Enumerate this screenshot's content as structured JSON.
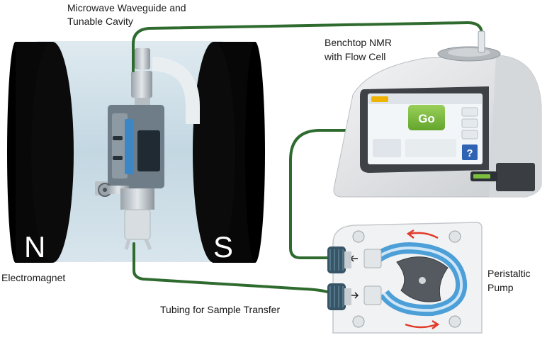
{
  "labels": {
    "waveguide_line1": "Microwave Waveguide and",
    "waveguide_line2": "Tunable Cavity",
    "nmr_line1": "Benchtop NMR",
    "nmr_line2": "with Flow Cell",
    "electromagnet": "Electromagnet",
    "pump_line1": "Peristaltic",
    "pump_line2": "Pump",
    "tubing": "Tubing for Sample Transfer"
  },
  "poles": {
    "north": "N",
    "south": "S"
  },
  "screen": {
    "go_label": "Go",
    "help_label": "?"
  },
  "colors": {
    "tubing": "#2f6b2f",
    "magnet_face": "#0b0b0b",
    "field_gap": "#c9dce6",
    "cavity_body": "#6f7d88",
    "cavity_accent": "#3d86c6",
    "screen_go": "#7cbf3c",
    "pump_tube": "#4d9fd8",
    "rotor": "#555a60",
    "arrow": "#e23b2a"
  },
  "icons": [
    "magnet-icon",
    "cavity-icon",
    "nmr-instrument-icon",
    "pump-icon",
    "rotation-arrow-icon",
    "knob-icon"
  ]
}
